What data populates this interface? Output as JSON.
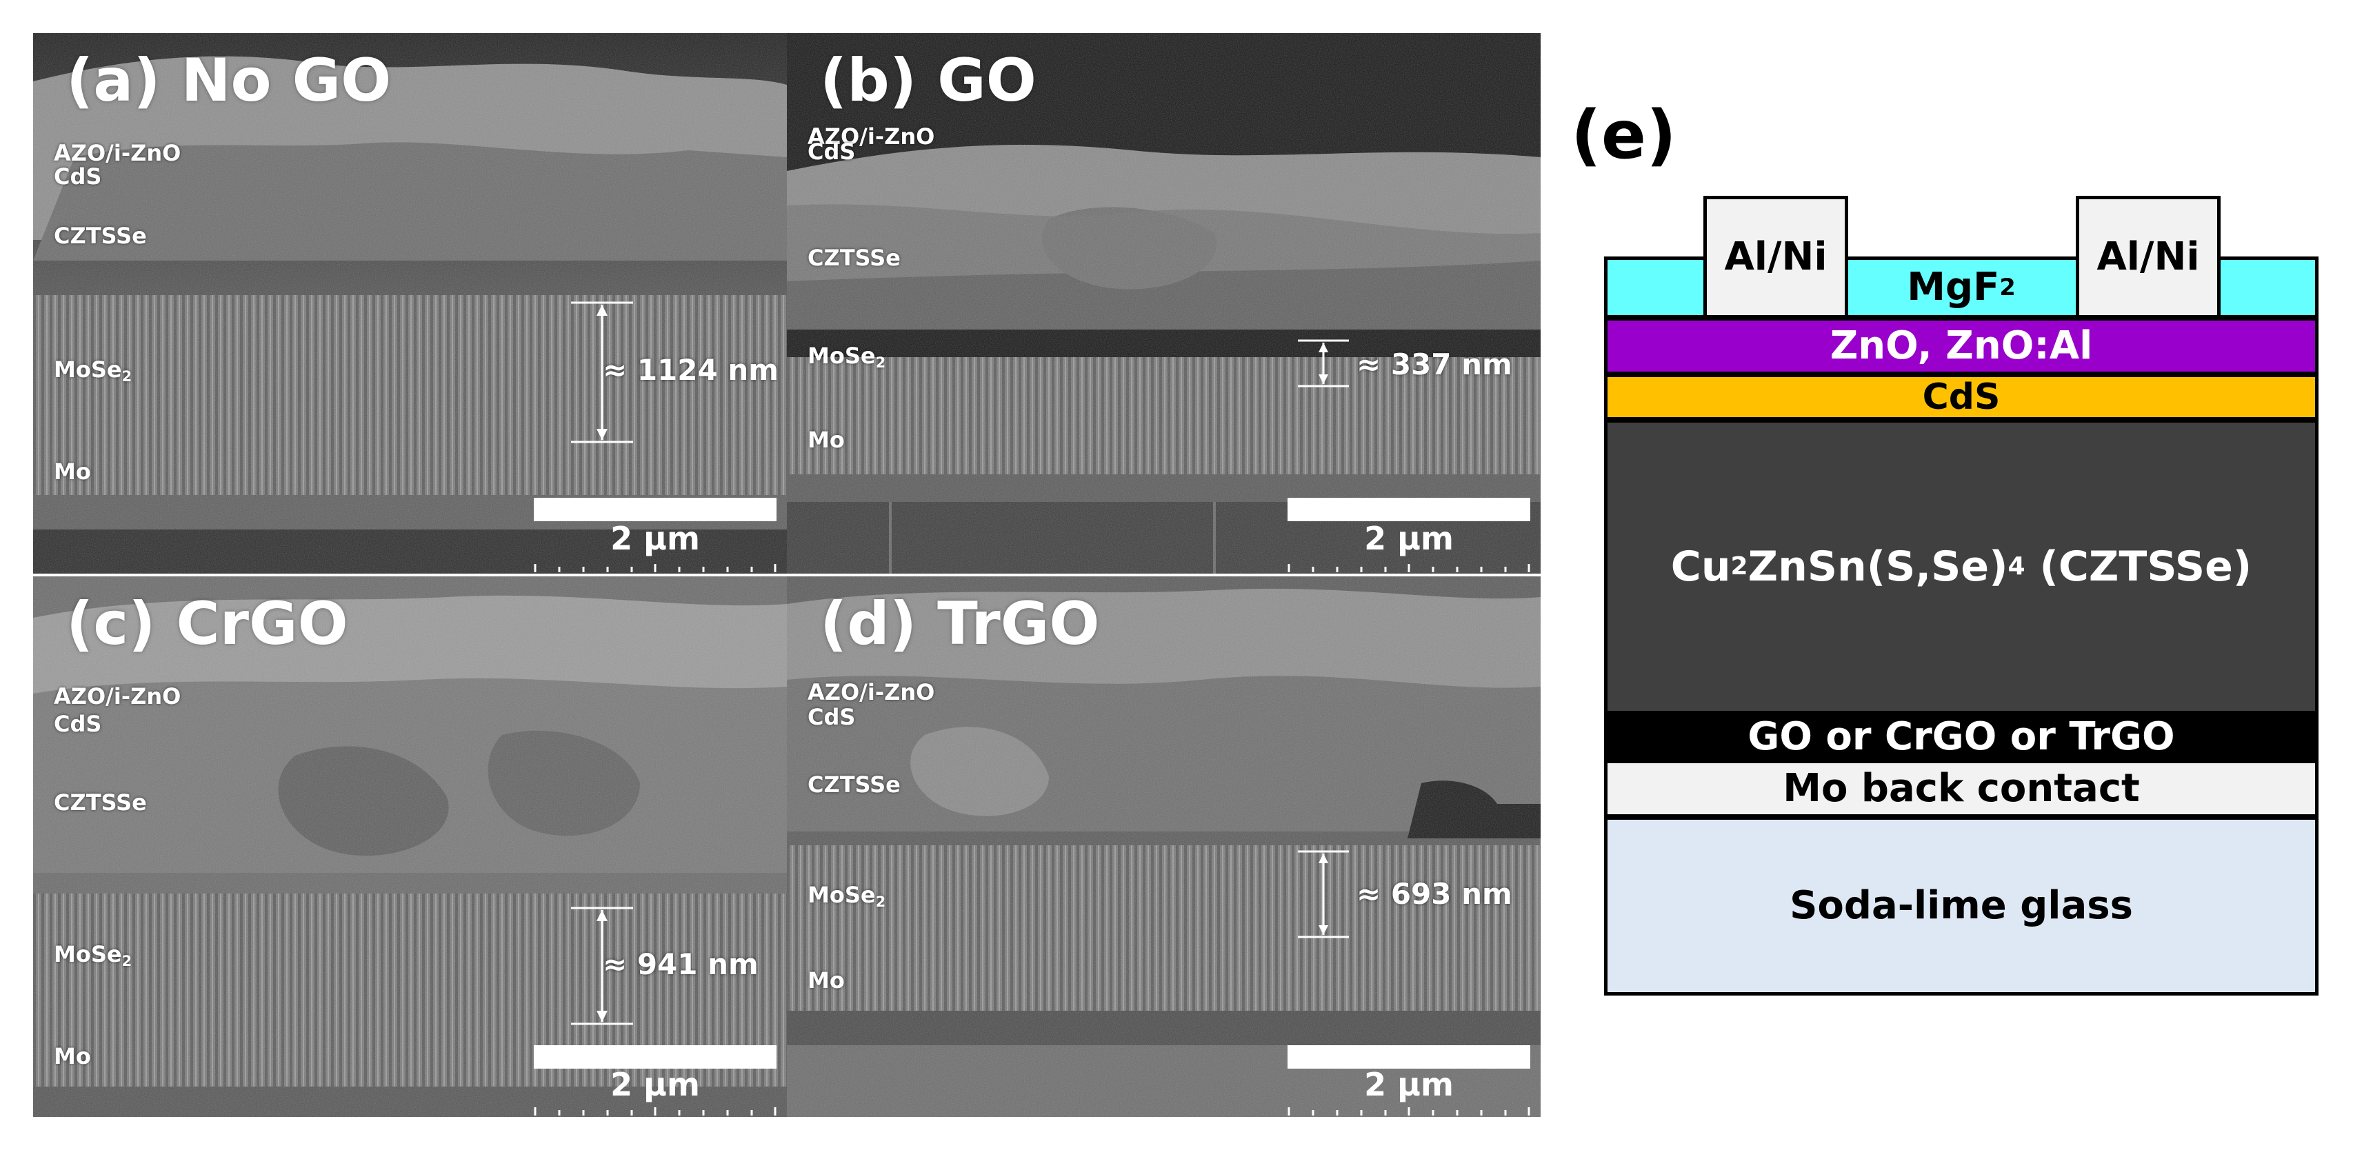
{
  "panels": {
    "a": {
      "title": "(a) No GO",
      "labels": [
        "AZO/i-ZnO",
        "CdS",
        "CZTSSe",
        "MoSe",
        "Mo"
      ],
      "thickness": "≈ 1124 nm",
      "scale": "2 µm"
    },
    "b": {
      "title": "(b) GO",
      "labels": [
        "AZO/i-ZnO",
        "CdS",
        "CZTSSe",
        "MoSe",
        "Mo"
      ],
      "thickness": "≈ 337 nm",
      "scale": "2 µm"
    },
    "c": {
      "title": "(c) CrGO",
      "labels": [
        "AZO/i-ZnO",
        "CdS",
        "CZTSSe",
        "MoSe",
        "Mo"
      ],
      "thickness": "≈ 941 nm",
      "scale": "2 µm"
    },
    "d": {
      "title": "(d) TrGO",
      "labels": [
        "AZO/i-ZnO",
        "CdS",
        "CZTSSe",
        "MoSe",
        "Mo"
      ],
      "thickness": "≈ 693 nm",
      "scale": "2 µm"
    }
  },
  "subscript_two": "2",
  "subscript_four": "4",
  "schematic": {
    "label": "(e)",
    "contact_left": "Al/Ni",
    "contact_right": "Al/Ni",
    "mgf2_main": "MgF",
    "zno": "ZnO, ZnO:Al",
    "cds": "CdS",
    "absorber_a": "Cu",
    "absorber_b": "ZnSn(S,Se)",
    "absorber_c": " (CZTSSe)",
    "go_layer": "GO or CrGO or TrGO",
    "mo_contact": "Mo back contact",
    "glass": "Soda-lime glass",
    "colors": {
      "mgf2": "#66ffff",
      "zno": "#9900cc",
      "cds": "#ffc000",
      "absorber": "#404040",
      "go_layer": "#000000",
      "mo": "#f2f2f2",
      "glass": "#dde8f4",
      "contact": "#f2f2f2"
    }
  }
}
